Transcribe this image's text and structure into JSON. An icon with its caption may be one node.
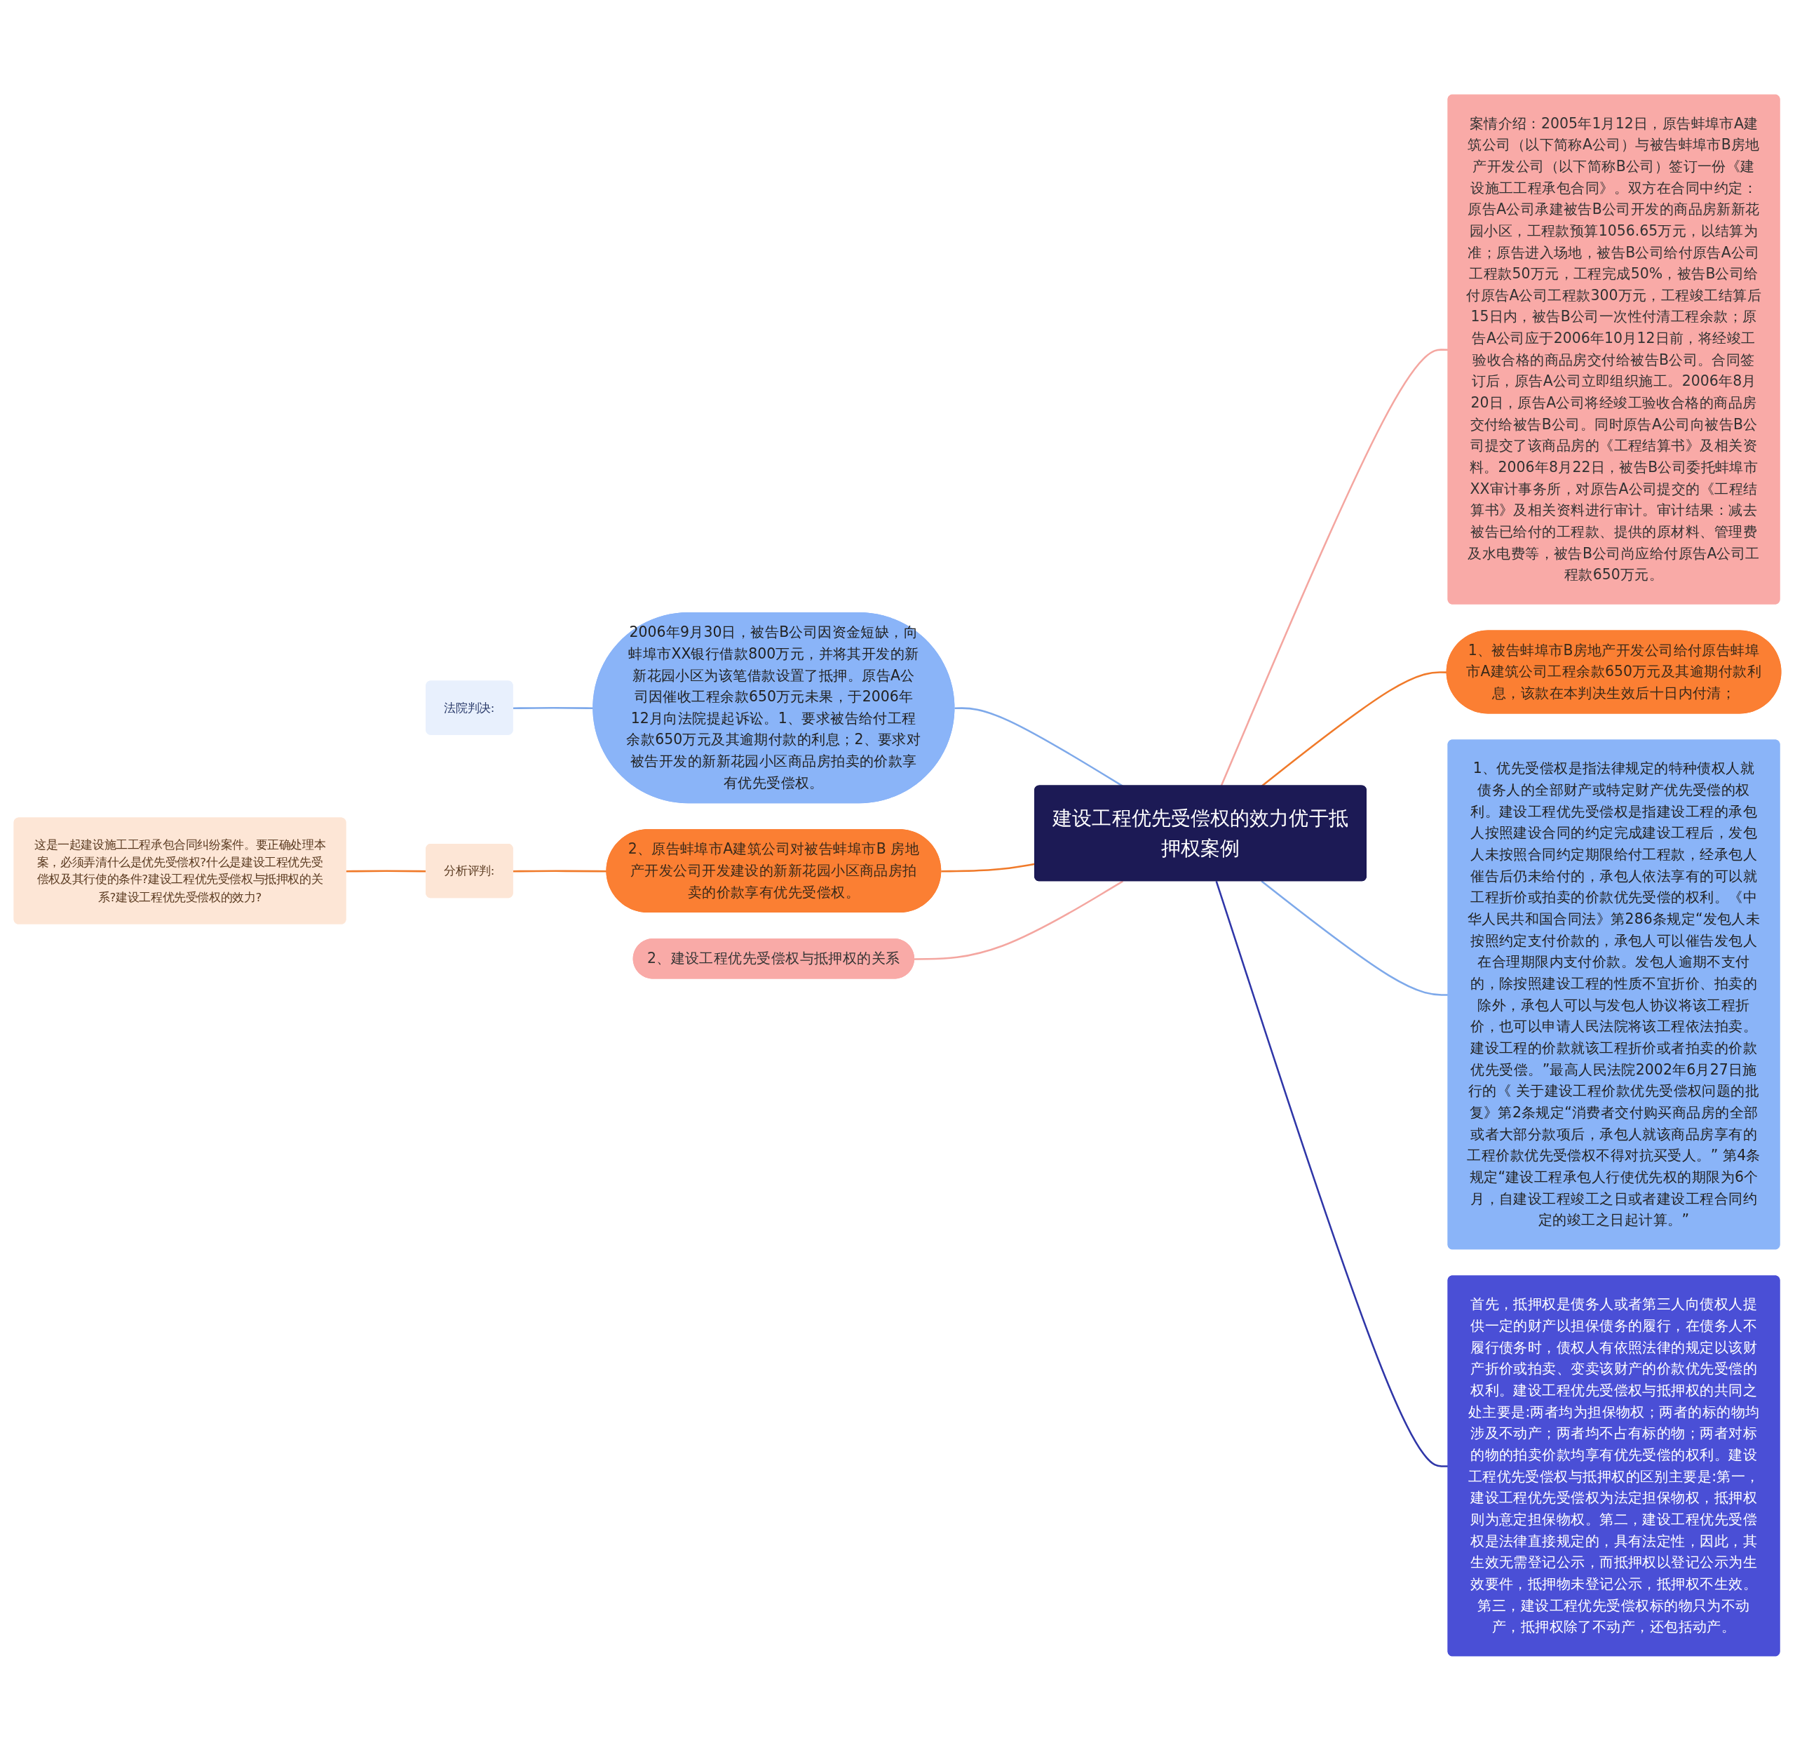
{
  "diagram": {
    "nodes": [
      {
        "text": [
          "建设工程优先受偿权的效力优于抵押权案例"
        ]
      },
      {
        "text": [
          "案情介绍：2005年1月12日，原告蚌埠市A建筑公司（以下简称A公司）与被告蚌埠市B房地产开发公司（以下简称B公司）签订一份《建设施工工程承包合同》。双方在合同中约定：原告A公司承建被告B公司开发的商品房新新花园小区，工程款预算1056.65万元，以结算为准；原告进入场地，被告B公司给付原告A公司工程款50万元，工程完成50%，被告B公司给付原告A公司工程款300万元，工程竣工结算后15日内，被告B公司一次性付清工程余款；原告A公司应于2006年10月12日前，将经竣工验收合格的商品房交付给被告B公司。合同签订后，原告A公司立即组织施工。2006年8月20日，原告A公司将经竣工验收合格的商品房交付给被告B公司。同时原告A公司向被告B公司提交了该商品房的《工程结算书》及相关资料。2006年8月22日，被告B公司委托蚌埠市XX审计事务所，对原告A公司提交的《工程结算书》及相关资料进行审计。审计结果：减去被告已给付的工程款、提供的原材料、管理费及水电费等，被告B公司尚应给付原告A公司工程款650万元。"
        ]
      },
      {
        "text": [
          "1、被告蚌埠市B房地产开发公司给付原告蚌埠市A建筑公司工程余款650万元及其逾期付款利息，该款在本判决生效后十日内付清；"
        ]
      },
      {
        "text": [
          "1、优先受偿权是指法律规定的特种债权人就债务人的全部财产或特定财产优先受偿的权利。建设工程优先受偿权是指建设工程的承包人按照建设合同的约定完成建设工程后，发包人未按照合同约定期限给付工程款，经承包人催告后仍未给付的，承包人依法享有的可以就工程折价或拍卖的价款优先受偿的权利。《中华人民共和国合同法》第286条规定“发包人未按照约定支付价款的，承包人可以催告发包人在合理期限内支付价款。发包人逾期不支付的，除按照建设工程的性质不宜折价、拍卖的除外，承包人可以与发包人协议将该工程折价，也可以申请人民法院将该工程依法拍卖。建设工程的价款就该工程折价或者拍卖的价款优先受偿。”最高人民法院2002年6月27日施行的《 关于建设工程价款优先受偿权问题的批复》第2条规定“消费者交付购买商品房的全部或者大部分款项后，承包人就该商品房享有的工程价款优先受偿权不得对抗买受人。” 第4条规定“建设工程承包人行使优先权的期限为6个月，自建设工程竣工之日或者建设工程合同约定的竣工之日起计算。”"
        ]
      },
      {
        "text": [
          "首先，抵押权是债务人或者第三人向债权人提供一定的财产以担保债务的履行，在债务人不履行债务时，债权人有依照法律的规定以该财产折价或拍卖、变卖该财产的价款优先受偿的权利。建设工程优先受偿权与抵押权的共同之处主要是:两者均为担保物权；两者的标的物均涉及不动产；两者均不占有标的物；两者对标的物的拍卖价款均享有优先受偿的权利。建设工程优先受偿权与抵押权的区别主要是:第一，建设工程优先受偿权为法定担保物权，抵押权则为意定担保物权。第二，建设工程优先受偿权是法律直接规定的，具有法定性，因此，其生效无需登记公示，而抵押权以登记公示为生效要件，抵押物未登记公示，抵押权不生效。第三，建设工程优先受偿权标的物只为不动产，抵押权除了不动产，还包括动产。"
        ]
      },
      {
        "text": [
          "2006年9月30日，被告B公司因资金短缺，向蚌埠市XX银行借款800万元，并将其开发的新新花园小区为该笔借款设置了抵押。原告A公司因催收工程余款650万元未果，于2006年12月向法院提起诉讼。1、要求被告给付工程余款650万元及其逾期付款的利息；2、要求对被告开发的新新花园小区商品房拍卖的价款享有优先受偿权。"
        ]
      },
      {
        "text": [
          "法院判决:"
        ]
      },
      {
        "text": [
          "2、原告蚌埠市A建筑公司对被告蚌埠市B 房地产开发公司开发建设的新新花园小区商品房拍卖的价款享有优先受偿权。"
        ]
      },
      {
        "text": [
          "分析评判:"
        ]
      },
      {
        "text": [
          "这是一起建设施工工程承包合同纠纷案件。要正确处理本案，必须弄清什么是优先受偿权?什么是建设工程优先受偿权及其行使的条件?建设工程优先受偿权与抵押权的关系?建设工程优先受偿权的效力?"
        ]
      },
      {
        "text": [
          "2、建设工程优先受偿权与抵押权的关系"
        ]
      }
    ],
    "edges": [
      {
        "from": 0,
        "to": 1,
        "arrow": "none",
        "color": "#f4a6a0"
      },
      {
        "from": 0,
        "to": 2,
        "arrow": "none",
        "color": "#f07a2a"
      },
      {
        "from": 0,
        "to": 3,
        "arrow": "none",
        "color": "#7ea9ea"
      },
      {
        "from": 0,
        "to": 4,
        "arrow": "none",
        "color": "#2f36a8"
      },
      {
        "from": 5,
        "to": 0,
        "arrow": "none",
        "color": "#7ea9ea"
      },
      {
        "from": 6,
        "to": 5,
        "arrow": "none",
        "color": "#7ea9ea"
      },
      {
        "from": 7,
        "to": 0,
        "arrow": "none",
        "color": "#f07a2a"
      },
      {
        "from": 8,
        "to": 7,
        "arrow": "none",
        "color": "#f07a2a"
      },
      {
        "from": 9,
        "to": 8,
        "arrow": "none",
        "color": "#f07a2a"
      },
      {
        "from": 10,
        "to": 0,
        "arrow": "none",
        "color": "#f4a6a0"
      }
    ]
  }
}
